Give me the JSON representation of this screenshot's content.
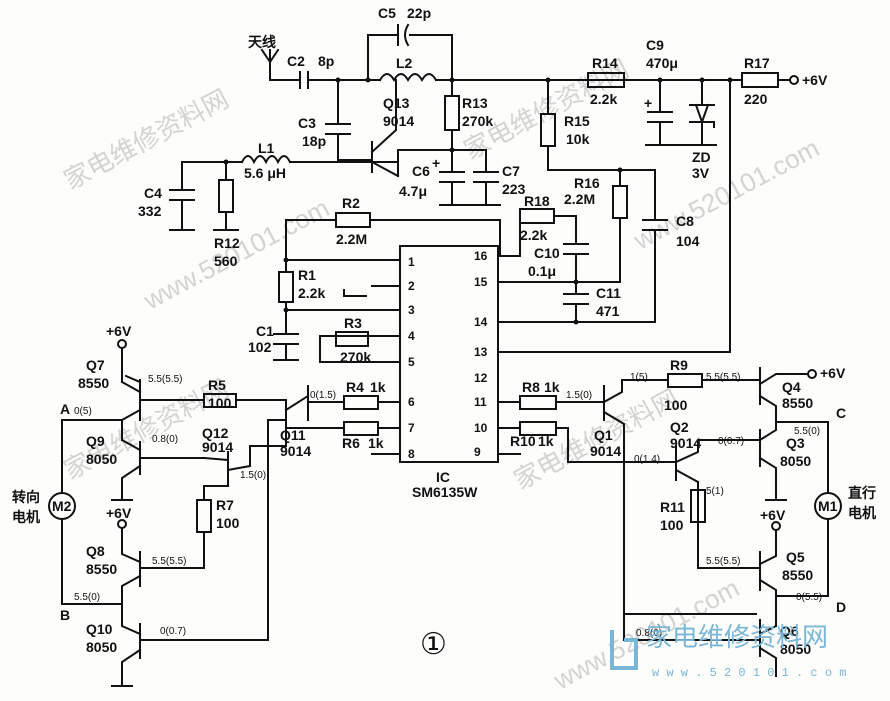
{
  "antenna": "天线",
  "components": {
    "C2": "C2",
    "C2v": "8p",
    "C5": "C5",
    "C5v": "22p",
    "L2": "L2",
    "Q13": "Q13",
    "Q13v": "9014",
    "R13": "R13",
    "R13v": "270k",
    "C3": "C3",
    "C3v": "18p",
    "L1": "L1",
    "L1v": "5.6 μH",
    "C4": "C4",
    "C4v": "332",
    "R12": "R12",
    "R12v": "560",
    "C6": "C6",
    "C6v": "4.7μ",
    "C7": "C7",
    "C7v": "223",
    "C9": "C9",
    "C9v": "470μ",
    "R14": "R14",
    "R14v": "2.2k",
    "R17": "R17",
    "R17v": "220",
    "supply": "+6V",
    "R15": "R15",
    "R15v": "10k",
    "ZD": "ZD",
    "ZDv": "3V",
    "R16": "R16",
    "R16v": "2.2M",
    "C8": "C8",
    "C8v": "104",
    "R2": "R2",
    "R2v": "2.2M",
    "R18": "R18",
    "R18v": "2.2k",
    "C10": "C10",
    "C10v": "0.1μ",
    "C11": "C11",
    "C11v": "471",
    "R1": "R1",
    "R1v": "2.2k",
    "C1": "C1",
    "C1v": "102",
    "R3": "R3",
    "R3v": "270k",
    "Q7": "Q7",
    "Q7v": "8550",
    "R5": "R5",
    "R5v": "100",
    "R4": "R4",
    "R4v": "1k",
    "R6": "R6",
    "R6v": "1k",
    "Q9": "Q9",
    "Q9v": "8050",
    "Q12": "Q12",
    "Q12v": "9014",
    "Q11": "Q11",
    "Q11v": "9014",
    "R7": "R7",
    "R7v": "100",
    "Q8": "Q8",
    "Q8v": "8550",
    "Q10": "Q10",
    "Q10v": "8050",
    "R8": "R8",
    "R8v": "1k",
    "R9": "R9",
    "R9v": "100",
    "R10": "R10",
    "R10v": "1k",
    "Q1": "Q1",
    "Q1v": "9014",
    "Q2": "Q2",
    "Q2v": "9014",
    "Q4": "Q4",
    "Q4v": "8550",
    "Q3": "Q3",
    "Q3v": "8050",
    "R11": "R11",
    "R11v": "100",
    "Q5": "Q5",
    "Q5v": "8550",
    "Q6": "Q6",
    "Q6v": "8050",
    "M1": "M1",
    "M2": "M2"
  },
  "ic": {
    "label": "IC",
    "part": "SM6135W",
    "left_pins": [
      "1",
      "2",
      "3",
      "4",
      "5",
      "6",
      "7",
      "8"
    ],
    "right_pins": [
      "16",
      "15",
      "14",
      "13",
      "12",
      "11",
      "10",
      "9"
    ]
  },
  "motors": {
    "steer_l1": "转向",
    "steer_l2": "电机",
    "drive_l1": "直行",
    "drive_l2": "电机"
  },
  "nodes": {
    "A": "A",
    "B": "B",
    "C": "C",
    "D": "D"
  },
  "voltages": {
    "q7": "5.5(5.5)",
    "a": "0(5)",
    "q9": "0.8(0)",
    "q11b": "0(1.5)",
    "q12e": "1.5(0)",
    "q8": "5.5(5.5)",
    "b": "5.5(0)",
    "q10": "0(0.7)",
    "q1b": "1(5)",
    "q1c": "1.5(0)",
    "q4": "5.5(5.5)",
    "c": "5.5(0)",
    "q3": "0(0.7)",
    "q2": "0(1.4)",
    "r11": "5(1)",
    "q5": "5.5(5.5)",
    "d": "0(5.5)",
    "q6": "0.8(0)"
  },
  "figure_number": "①",
  "watermarks": [
    "家电维修资料网",
    "www.520101.com"
  ],
  "logo": {
    "text": "家电维修资料网",
    "url": "w w w . 5 2 0 1 0 1 . c o m"
  }
}
